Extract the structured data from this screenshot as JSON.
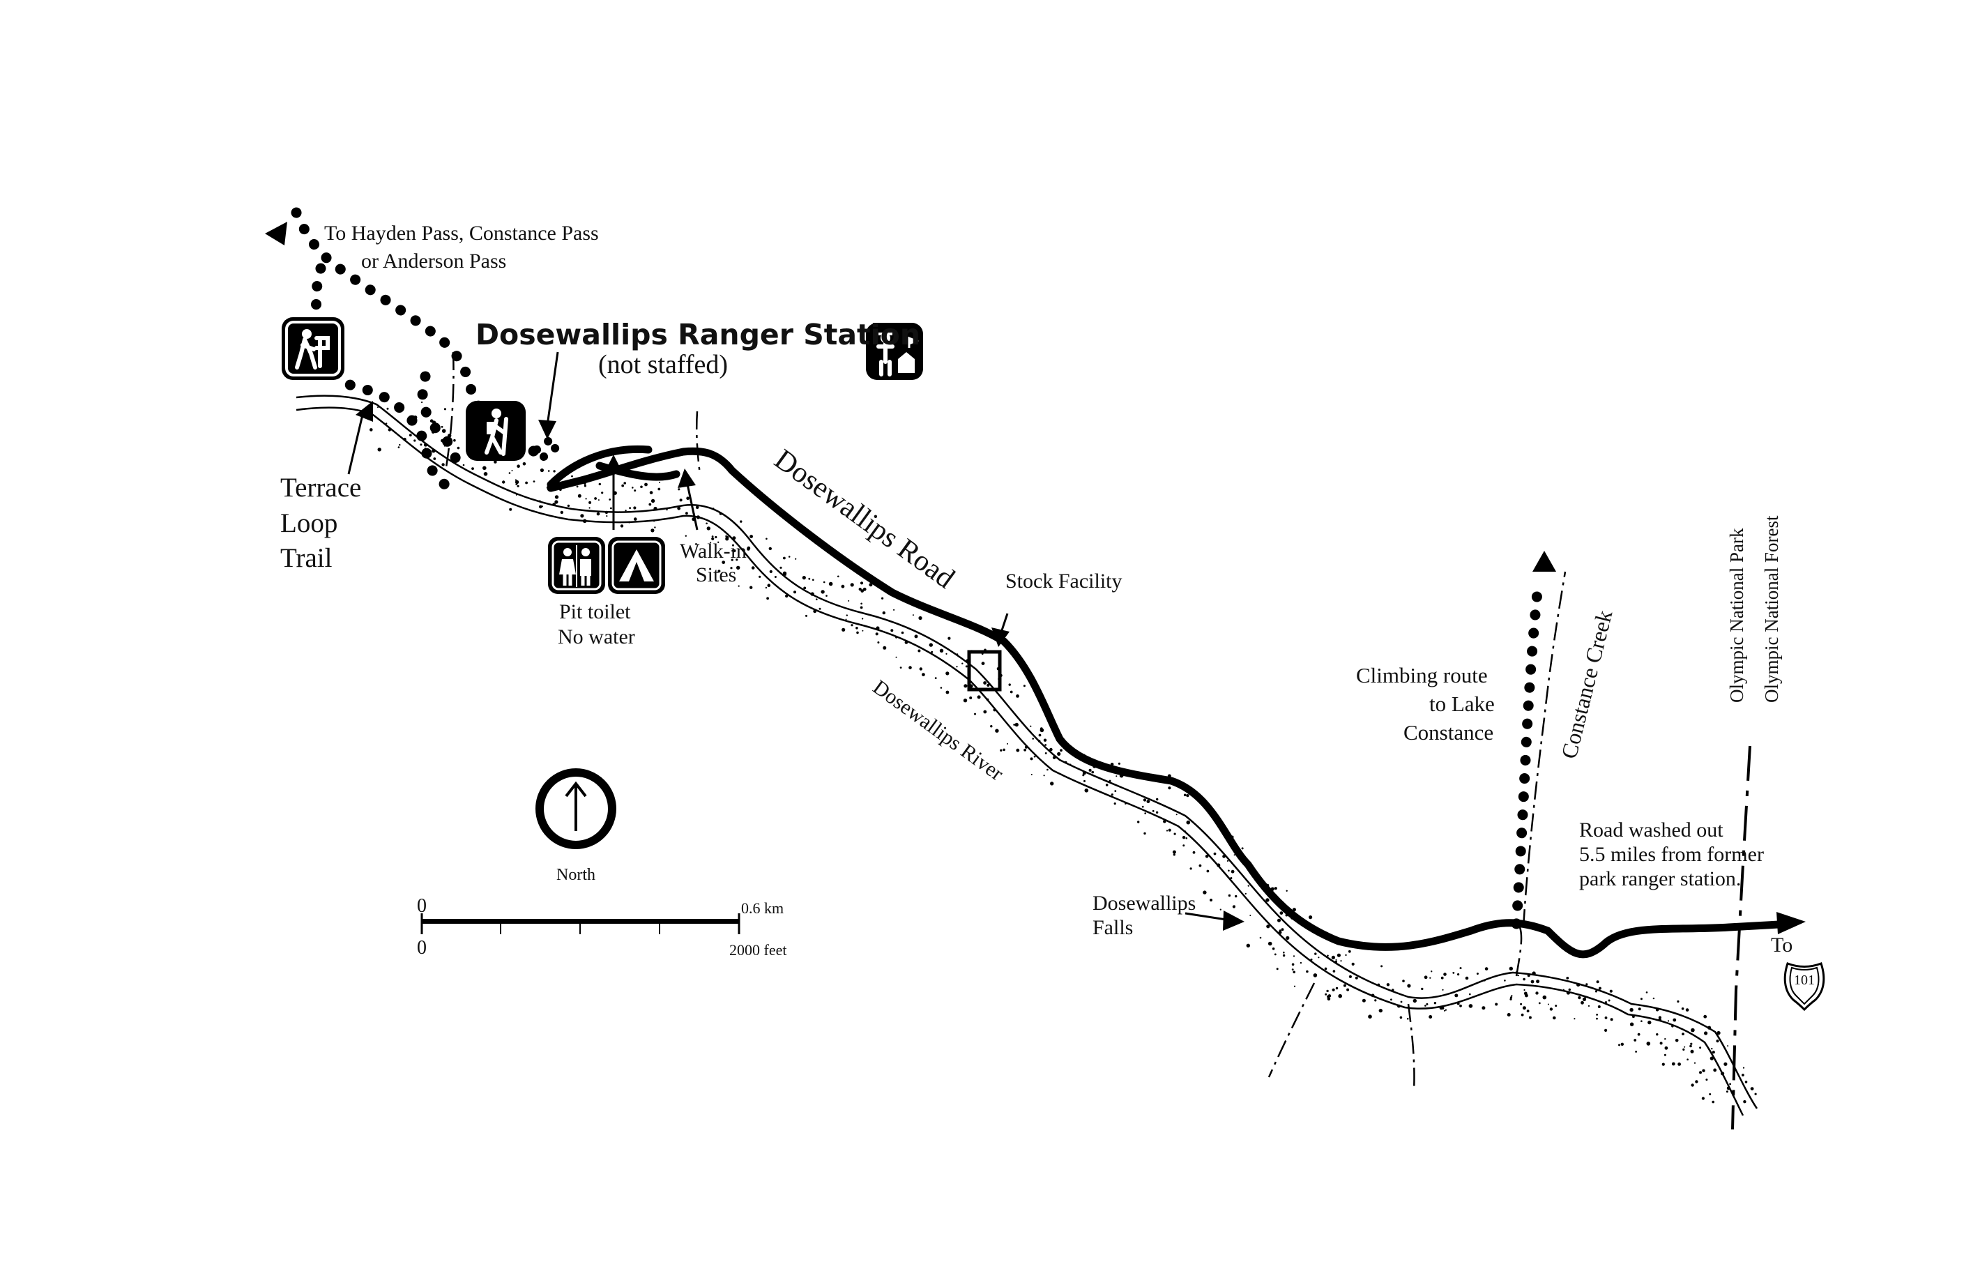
{
  "labels": {
    "ranger_station": "Dosewallips Ranger Station",
    "not_staffed": "(not staffed)",
    "to_passes_line1": "To Hayden Pass, Constance Pass",
    "to_passes_line2": "or Anderson Pass",
    "terrace_line1": "Terrace",
    "terrace_line2": "Loop",
    "terrace_line3": "Trail",
    "pit_toilet_line1": "Pit toilet",
    "pit_toilet_line2": "No water",
    "walkin_line1": "Walk-in",
    "walkin_line2": "Sites",
    "road_name": "Dosewallips Road",
    "stock_facility": "Stock Facility",
    "river_name": "Dosewallips River",
    "climbing_line1": "Climbing route",
    "climbing_line2": "to Lake",
    "climbing_line3": "Constance",
    "creek_name": "Constance Creek",
    "park_name": "Olympic National Park",
    "forest_name": "Olympic National Forest",
    "washout_line1": "Road washed out",
    "washout_line2": "5.5 miles from former",
    "washout_line3": "park ranger station.",
    "falls_line1": "Dosewallips",
    "falls_line2": "Falls",
    "to_label": "To",
    "highway": "101",
    "north": "North"
  },
  "scale_bar": {
    "km_zero": "0",
    "km_end": "0.6 km",
    "ft_zero": "0",
    "ft_end": "2000 feet"
  },
  "icons": [
    "trailhead-icon",
    "hiker-icon",
    "ranger-station-icon",
    "restroom-icon",
    "campground-icon",
    "north-arrow-icon"
  ]
}
